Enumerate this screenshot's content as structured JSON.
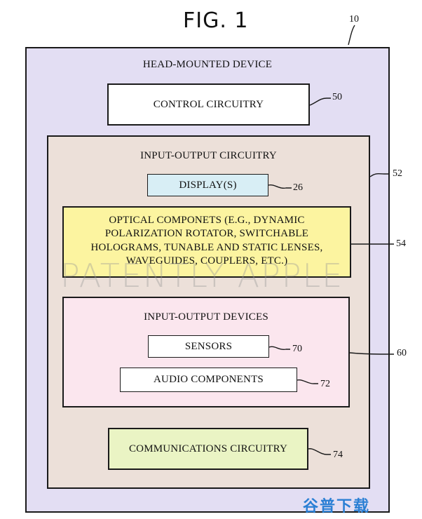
{
  "figure": {
    "title": "FIG. 1"
  },
  "device": {
    "label": "HEAD-MOUNTED DEVICE",
    "ref": "10",
    "fill": "#e3def3"
  },
  "control": {
    "label": "CONTROL CIRCUITRY",
    "ref": "50",
    "fill": "#ffffff"
  },
  "io_circuitry": {
    "label": "INPUT-OUTPUT CIRCUITRY",
    "ref": "52",
    "fill": "#ece0d9"
  },
  "display": {
    "label": "DISPLAY(S)",
    "ref": "26",
    "fill": "#d8eef5"
  },
  "optical": {
    "lines": [
      "OPTICAL COMPONETS (E.G., DYNAMIC",
      "POLARIZATION ROTATOR, SWITCHABLE",
      "HOLOGRAMS, TUNABLE AND STATIC LENSES,",
      "WAVEGUIDES, COUPLERS, ETC.)"
    ],
    "ref": "54",
    "fill": "#fcf4a0"
  },
  "io_devices": {
    "label": "INPUT-OUTPUT DEVICES",
    "ref": "60",
    "fill": "#fbe6ee"
  },
  "sensors": {
    "label": "SENSORS",
    "ref": "70",
    "fill": "#ffffff"
  },
  "audio": {
    "label": "AUDIO COMPONENTS",
    "ref": "72",
    "fill": "#ffffff"
  },
  "communications": {
    "label": "COMMUNICATIONS CIRCUITRY",
    "ref": "74",
    "fill": "#eaf4c4"
  },
  "watermark": {
    "text": "PATENTLY APPLE"
  },
  "brand": {
    "text": "谷普下载"
  }
}
